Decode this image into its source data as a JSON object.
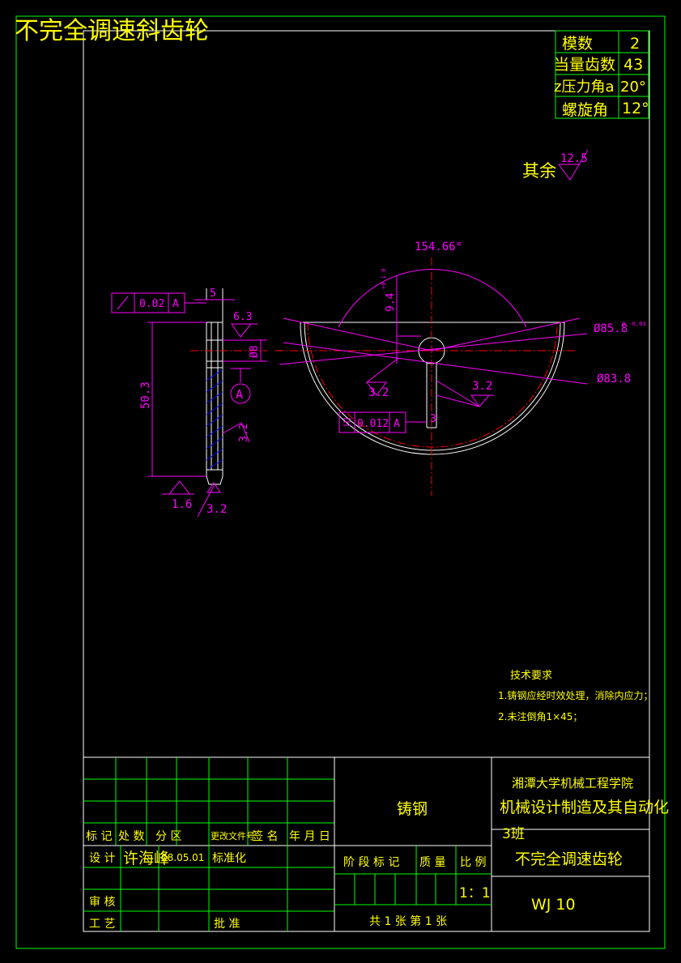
{
  "drawing_title": "不完全调速斜齿轮",
  "params": [
    {
      "label": "模数",
      "value": "2"
    },
    {
      "label": "当量齿数",
      "value": "43"
    },
    {
      "label": "z压力角a",
      "value": "20°"
    },
    {
      "label": "螺旋角",
      "value": "12°"
    }
  ],
  "roughness_rest": {
    "label": "其余",
    "value": "12.5"
  },
  "dims": {
    "arc_angle": "154.66°",
    "keyway_depth": "9.4",
    "keyway_tol": "+0.1 0",
    "outer_dia": "Ø85.8",
    "outer_tol": "0 -0.03",
    "root_dia": "Ø83.8",
    "keyway_width": "3",
    "hub_width": "5",
    "height": "50.3",
    "bore": "Ø8"
  },
  "roughness": {
    "r63": "6.3",
    "r32a": "3.2",
    "r32b": "3.2",
    "r32c": "3.2",
    "r32d": "3.2",
    "r16": "1.6"
  },
  "tolerances": {
    "runout_value": "0.02",
    "runout_datum": "A",
    "sym_value": "0.012",
    "sym_datum": "A",
    "datum": "A"
  },
  "tech_requirements": {
    "heading": "技术要求",
    "items": [
      "1.铸钢应经时效处理，消除内应力；",
      "2.未注倒角1×45；"
    ]
  },
  "title_block": {
    "material": "铸钢",
    "school": "湘潭大学机械工程学院",
    "class_line1": "机械设计制造及其自动化",
    "class_line2": "3班",
    "part_name": "不完全调速齿轮",
    "drawing_no": "WJ 10",
    "headers": {
      "mark": "标 记",
      "count": "处 数",
      "zone": "分  区",
      "doc": "更改文件号",
      "sign": "签 名",
      "date": "年 月 日"
    },
    "design_label": "设 计",
    "designer": "许海峰",
    "design_date": "08.05.01",
    "standard_label": "标准化",
    "review_label": "审 核",
    "process_label": "工 艺",
    "approve_label": "批 准",
    "stage_label": "阶 段 标 记",
    "mass_label": "质 量",
    "scale_label": "比 例",
    "scale": "1：1",
    "sheets": "共 1  张  第 1  张"
  }
}
